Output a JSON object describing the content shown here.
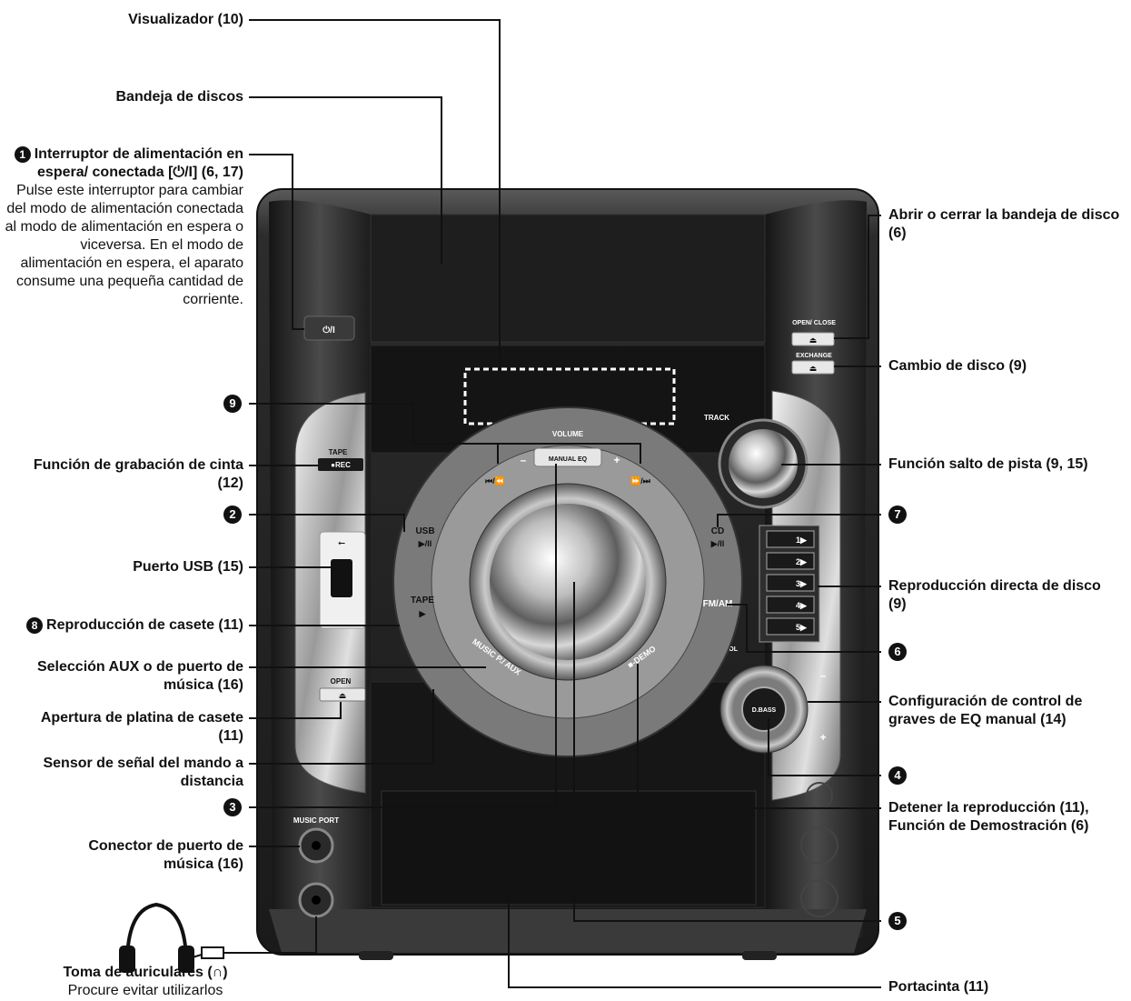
{
  "labels_left": {
    "visualizador": "Visualizador (10)",
    "bandeja": "Bandeja de discos",
    "interruptor_title": "Interruptor de alimentación en espera/ conectada [⏻/I] (6, 17)",
    "interruptor_num": "1",
    "interruptor_desc": "Pulse este interruptor para cambiar del modo de alimentación conectada al modo de alimentación en espera o viceversa. En el modo de alimentación en espera, el aparato consume una pequeña cantidad de corriente.",
    "num9": "9",
    "grabacion": "Función de grabación de cinta (12)",
    "num2": "2",
    "usb": "Puerto USB (15)",
    "casete_num": "8",
    "casete": "Reproducción de casete (11)",
    "aux": "Selección AUX o de puerto de música (16)",
    "apertura": "Apertura de platina de casete (11)",
    "sensor": "Sensor de señal del mando a distancia",
    "num3": "3",
    "conector": "Conector de puerto de música (16)",
    "auriculares_title": "Toma de auriculares (∩)",
    "auriculares_desc": "Procure evitar utilizarlos"
  },
  "labels_right": {
    "abrir": "Abrir o cerrar la bandeja de disco (6)",
    "cambio": "Cambio de disco (9)",
    "salto": "Función salto de pista (9, 15)",
    "num7": "7",
    "directa": "Reproducción directa de disco (9)",
    "num6": "6",
    "graves": "Configuración de control de graves de EQ manual (14)",
    "num4": "4",
    "detener": "Detener la reproducción (11), Función de Demostración (6)",
    "num5": "5",
    "portacinta": "Portacinta (11)"
  },
  "device_text": {
    "power": "⏻/I",
    "open_close": "OPEN/ CLOSE",
    "exchange": "EXCHANGE",
    "track": "TRACK",
    "volume": "VOLUME",
    "minus": "–",
    "plus": "+",
    "manual_eq": "MANUAL EQ",
    "prev": "⏮/⏪",
    "next": "⏩/⏭",
    "tape_rec_top": "TAPE",
    "tape_rec": "●REC",
    "usb_btn": "USB",
    "usb_play": "▶/II",
    "tape_btn": "TAPE",
    "tape_play": "▶",
    "cd_btn": "CD",
    "cd_play": "▶/II",
    "fm_am": "FM/AM",
    "music_aux": "MUSIC P./ AUX",
    "stop_demo": "■-DEMO",
    "bass_control": "BASS CONTROL",
    "dbass": "D.BASS",
    "bass_minus": "–",
    "bass_plus": "+",
    "open": "OPEN",
    "music_port": "MUSIC PORT",
    "disc1": "1▶",
    "disc2": "2▶",
    "disc3": "3▶",
    "disc4": "4▶",
    "disc5": "5▶"
  }
}
